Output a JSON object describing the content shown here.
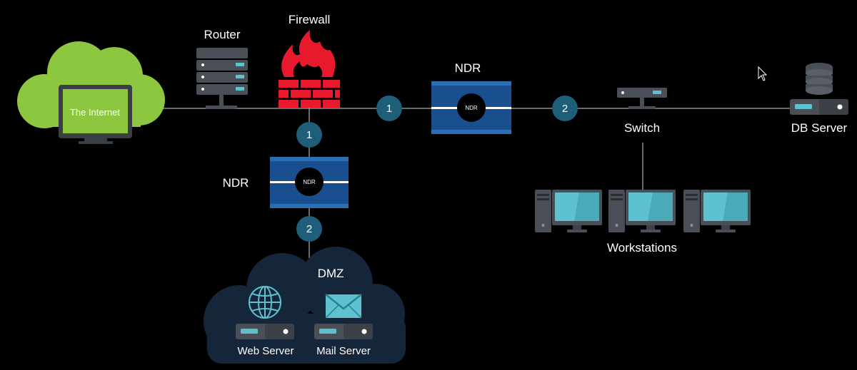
{
  "colors": {
    "background": "#000000",
    "link_line": "#8a8f96",
    "cloud_internet": "#8dc63f",
    "cloud_dmz": "#15263a",
    "firewall_red": "#e8192c",
    "ndr_blue": "#1a4f8f",
    "badge_teal": "#1f5e78",
    "device_gray": "#4a4f57",
    "screen_teal": "#5dc1cf"
  },
  "nodes": {
    "internet": {
      "label": "The Internet",
      "icon": "cloud-monitor-icon"
    },
    "router": {
      "label": "Router",
      "icon": "router-rack-icon"
    },
    "firewall": {
      "label": "Firewall",
      "icon": "firewall-icon"
    },
    "ndr_top": {
      "label": "NDR",
      "badge": "NDR",
      "icon": "ndr-appliance-icon"
    },
    "ndr_left": {
      "label": "NDR",
      "badge": "NDR",
      "icon": "ndr-appliance-icon"
    },
    "switch": {
      "label": "Switch",
      "icon": "switch-icon"
    },
    "db_server": {
      "label": "DB Server",
      "icon": "database-server-icon"
    },
    "workstations": {
      "label": "Workstations",
      "icon": "workstation-icon",
      "count": 3
    },
    "dmz": {
      "label": "DMZ",
      "web_server": {
        "label": "Web Server",
        "icon": "globe-server-icon"
      },
      "mail_server": {
        "label": "Mail Server",
        "icon": "mail-server-icon"
      }
    }
  },
  "markers": {
    "top_1": "1",
    "top_2": "2",
    "vertical_1": "1",
    "vertical_2": "2"
  }
}
